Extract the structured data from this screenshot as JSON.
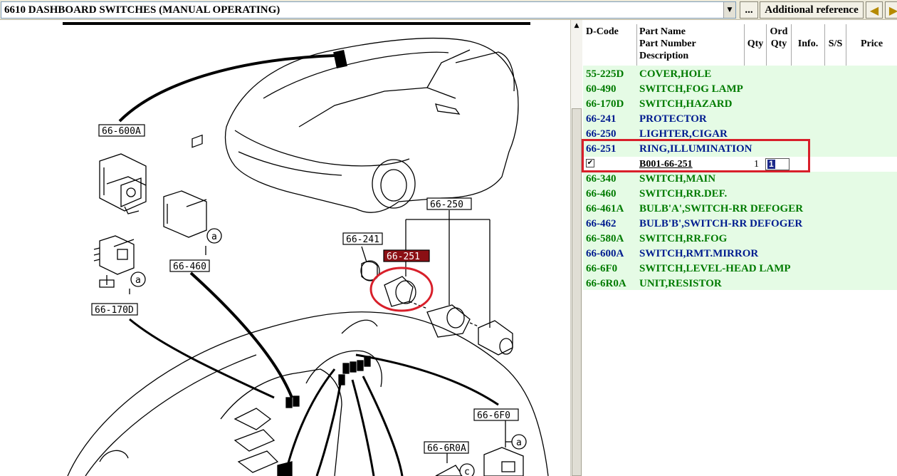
{
  "toolbar": {
    "title": "6610  DASHBOARD SWITCHES (MANUAL OPERATING)",
    "ellipsis_label": "...",
    "additional_reference_label": "Additional reference"
  },
  "diagram": {
    "labels": {
      "l_66_600A": "66-600A",
      "l_66_460": "66-460",
      "l_66_170D": "66-170D",
      "l_66_241": "66-241",
      "l_66_251": "66-251",
      "l_66_250": "66-250",
      "l_66_6F0": "66-6F0",
      "l_66_6R0A": "66-6R0A",
      "callout_a": "a",
      "callout_c": "c"
    },
    "highlight_color": "#d81f2a"
  },
  "table": {
    "headers": {
      "dcode": "D-Code",
      "part_name": "Part Name",
      "part_number": "Part Number",
      "description": "Description",
      "qty": "Qty",
      "ord": "Ord",
      "ord_qty": "Qty",
      "info": "Info.",
      "ss": "S/S",
      "price": "Price"
    },
    "rows": [
      {
        "code": "55-225D",
        "name": "COVER,HOLE",
        "color": "green"
      },
      {
        "code": "60-490",
        "name": "SWITCH,FOG LAMP",
        "color": "green"
      },
      {
        "code": "66-170D",
        "name": "SWITCH,HAZARD",
        "color": "green"
      },
      {
        "code": "66-241",
        "name": "PROTECTOR",
        "color": "blue"
      },
      {
        "code": "66-250",
        "name": "LIGHTER,CIGAR",
        "color": "blue"
      },
      {
        "code": "66-251",
        "name": "RING,ILLUMINATION",
        "color": "blue"
      },
      {
        "code": "66-340",
        "name": "SWITCH,MAIN",
        "color": "green"
      },
      {
        "code": "66-460",
        "name": "SWITCH,RR.DEF.",
        "color": "green"
      },
      {
        "code": "66-461A",
        "name": "BULB'A',SWITCH-RR DEFOGER",
        "color": "green"
      },
      {
        "code": "66-462",
        "name": "BULB'B',SWITCH-RR DEFOGER",
        "color": "blue"
      },
      {
        "code": "66-580A",
        "name": "SWITCH,RR.FOG",
        "color": "green"
      },
      {
        "code": "66-600A",
        "name": "SWITCH,RMT.MIRROR",
        "color": "blue"
      },
      {
        "code": "66-6F0",
        "name": "SWITCH,LEVEL-HEAD LAMP",
        "color": "green"
      },
      {
        "code": "66-6R0A",
        "name": "UNIT,RESISTOR",
        "color": "green"
      }
    ],
    "selected_detail": {
      "checked": "✔",
      "part_number": "B001-66-251",
      "qty": "1",
      "ord_qty": "1"
    }
  },
  "colors": {
    "row_green": "#007b00",
    "row_blue": "#001c8f",
    "table_bg": "#e5fbe5"
  }
}
